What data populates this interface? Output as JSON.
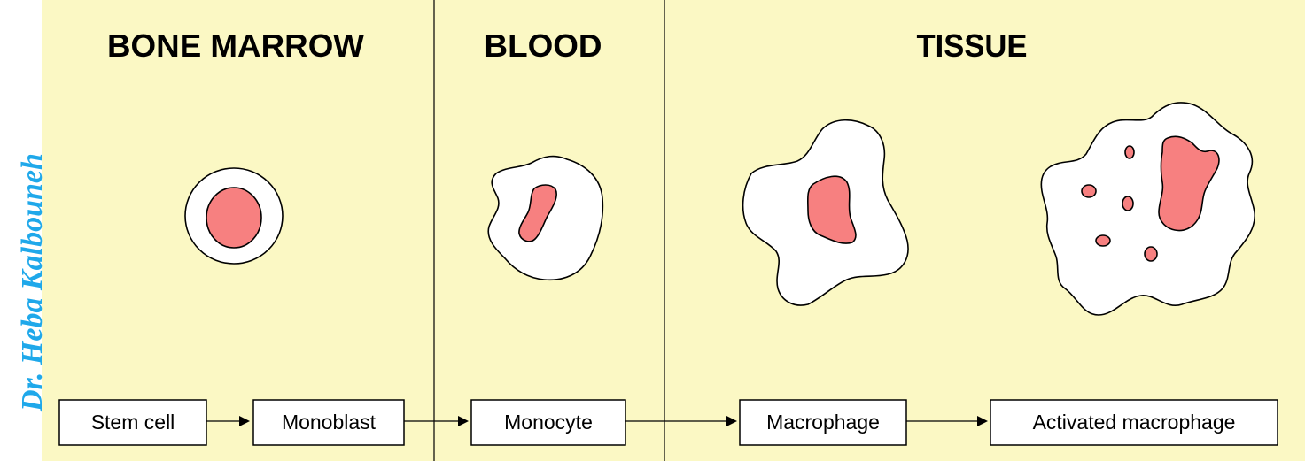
{
  "watermark": "Dr. Heba Kalbouneh",
  "background_color": "#fbf8c4",
  "nucleus_color": "#f78080",
  "sections": [
    {
      "heading": "BONE MARROW"
    },
    {
      "heading": "BLOOD"
    },
    {
      "heading": "TISSUE"
    }
  ],
  "stages": [
    {
      "label": "Stem cell"
    },
    {
      "label": "Monoblast"
    },
    {
      "label": "Monocyte"
    },
    {
      "label": "Macrophage"
    },
    {
      "label": "Activated macrophage"
    }
  ]
}
